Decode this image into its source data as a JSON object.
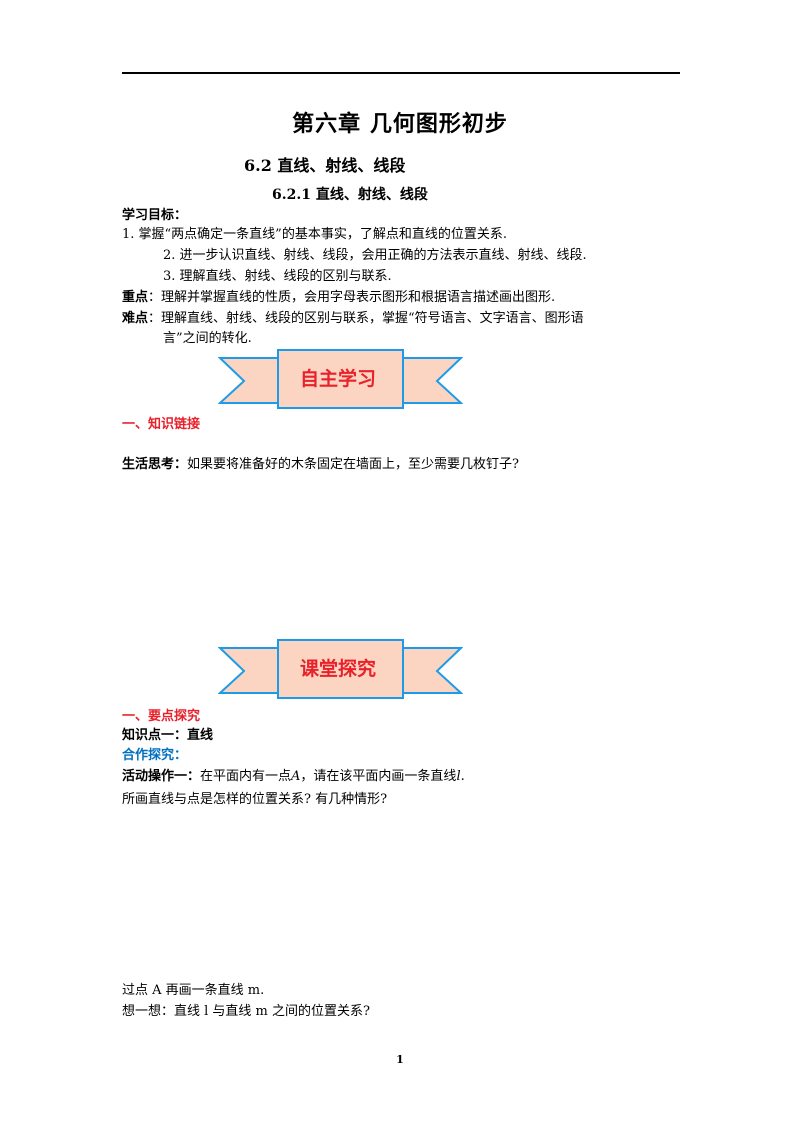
{
  "header": {
    "chapter": "第六章  几何图形初步",
    "section": "6.2    直线、射线、线段",
    "subsection": "6.2.1      直线、射线、线段"
  },
  "objectives": {
    "heading": "学习目标：",
    "items": [
      "1. 掌握“两点确定一条直线”的基本事实，了解点和直线的位置关系.",
      "2. 进一步认识直线、射线、线段，会用正确的方法表示直线、射线、线段.",
      "3. 理解直线、射线、线段的区别与联系."
    ]
  },
  "key_point": {
    "label": "重点",
    "text": "：理解并掌握直线的性质，会用字母表示图形和根据语言描述画出图形."
  },
  "difficulty": {
    "label": "难点",
    "line1": "：理解直线、射线、线段的区别与联系，掌握“符号语言、文字语言、图形语",
    "line2": "言”之间的转化."
  },
  "banner1": {
    "text": "自主学习"
  },
  "knowledge_link": {
    "heading": "一、知识链接"
  },
  "life_question": {
    "label": "生活思考：",
    "text": "如果要将准备好的木条固定在墙面上，至少需要几枚钉子?"
  },
  "banner2": {
    "text": "课堂探究"
  },
  "key_explore": {
    "heading": "一、要点探究"
  },
  "knowledge_point": {
    "label": "知识点一：直线"
  },
  "cooperate": {
    "label": "合作探究："
  },
  "activity": {
    "label": "活动操作一：",
    "text_a": "在平面内有一点",
    "var_a": "A",
    "text_b": "，请在该平面内画一条直线",
    "var_l": "l",
    "text_c": "."
  },
  "question1": "所画直线与点是怎样的位置关系?   有几种情形?",
  "draw_line": "过点  A  再画一条直线  m.",
  "think": "想一想：直线  l  与直线  m  之间的位置关系?",
  "page_number": "1",
  "colors": {
    "red": "#e8212b",
    "blue": "#0070c0",
    "ribbon_fill": "#fbd5c2",
    "ribbon_stroke": "#1e9be8"
  }
}
